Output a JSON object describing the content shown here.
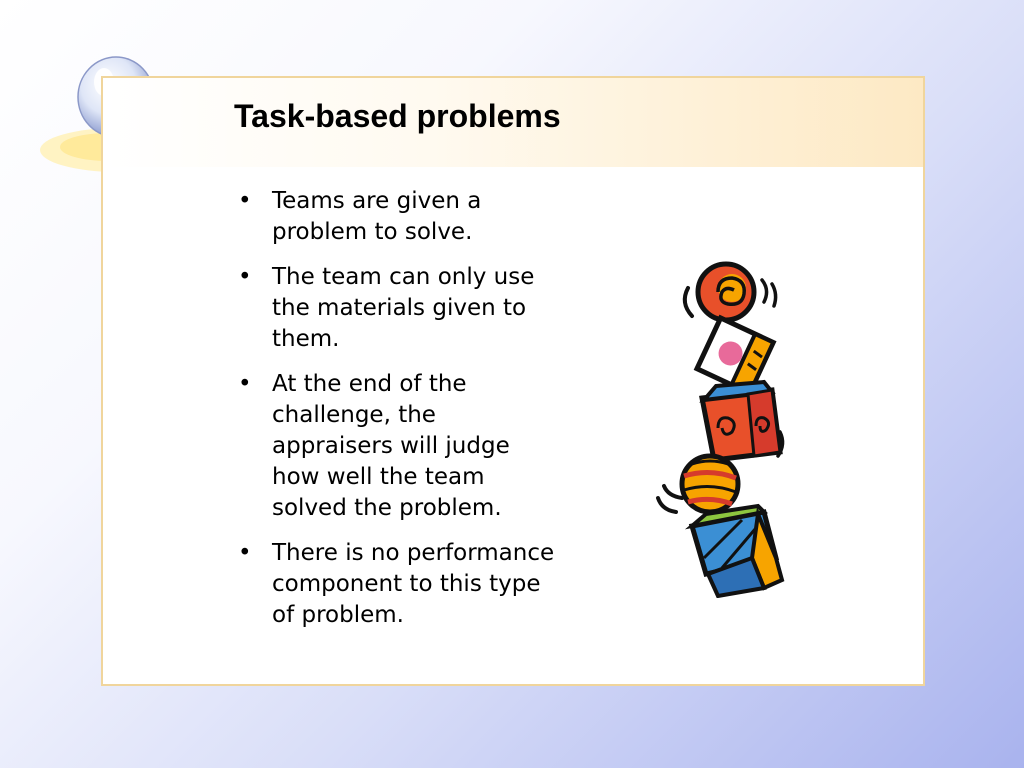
{
  "slide": {
    "title": "Task-based problems",
    "bullets": [
      {
        "marker": "•",
        "text": "Teams are given a problem to solve."
      },
      {
        "marker": "•",
        "text": "The team can only use the materials given to them."
      },
      {
        "marker": "•",
        "text": "At the end of the challenge, the appraisers will judge how well the team solved the problem."
      },
      {
        "marker": "•",
        "text": "There is no performance component to this type of problem."
      }
    ]
  },
  "icons": {
    "top_left": "light-bulb-icon",
    "right": "stacked-toy-blocks-icon"
  },
  "colors": {
    "frame_border": "#f0d59c",
    "title_band": "#fde9c4",
    "background_accent": "#a9b3ee"
  }
}
